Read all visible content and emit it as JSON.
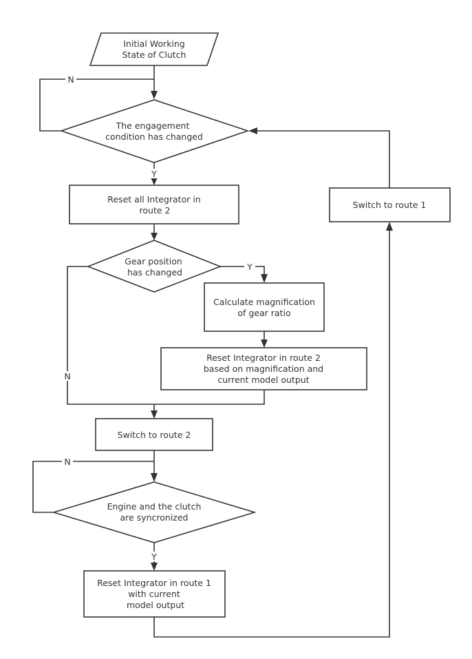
{
  "diagram": {
    "nodes": {
      "start": {
        "lines": [
          "Initial Working",
          "State of Clutch"
        ]
      },
      "engagement": {
        "lines": [
          "The engagement",
          "condition has changed"
        ]
      },
      "reset_all": {
        "lines": [
          "Reset all Integrator in",
          "route 2"
        ]
      },
      "gear": {
        "lines": [
          "Gear position",
          "has changed"
        ]
      },
      "calc": {
        "lines": [
          "Calculate magnification",
          "of gear ratio"
        ]
      },
      "reset_route2": {
        "lines": [
          "Reset Integrator in route 2",
          "based on magnification and",
          "current model output"
        ]
      },
      "switch2": {
        "lines": [
          "Switch to route 2"
        ]
      },
      "sync": {
        "lines": [
          "Engine and the clutch",
          "are syncronized"
        ]
      },
      "reset_route1": {
        "lines": [
          "Reset Integrator in route 1",
          "with current",
          "model output"
        ]
      },
      "switch1": {
        "lines": [
          "Switch to route 1"
        ]
      }
    },
    "edge_labels": {
      "engagement_no": "N",
      "engagement_yes": "Y",
      "gear_yes": "Y",
      "gear_no": "N",
      "sync_no": "N",
      "sync_yes": "Y"
    }
  }
}
